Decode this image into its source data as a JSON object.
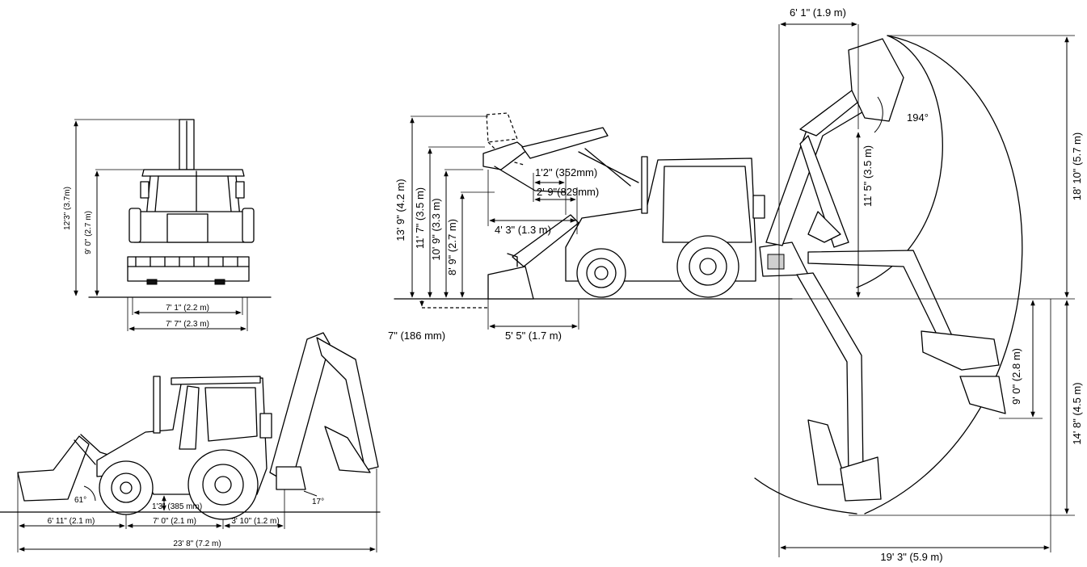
{
  "front_view": {
    "overall_height": "12'3\" (3.7m)",
    "cab_height": "9' 0\" (2.7 m)",
    "track_width": "7' 1\" (2.2 m)",
    "overall_width": "7' 7\" (2.3 m)"
  },
  "side_view": {
    "loader_angle": "61°",
    "ground_clearance": "1'3\" (385 mm)",
    "departure_angle": "17°",
    "front_overhang": "6' 11\" (2.1 m)",
    "wheelbase": "7' 0\" (2.1 m)",
    "rear_overhang": "3' 10\" (1.2 m)",
    "overall_length": "23' 8\" (7.2 m)"
  },
  "loader_view": {
    "max_pin_height": "13' 9\" (4.2 m)",
    "dump_height_max": "11' 7\" (3.5 m)",
    "height_at_dump": "10' 9\" (3.3 m)",
    "dump_clearance": "8' 9\" (2.7 m)",
    "reach_a": "1'2\" (352mm)",
    "reach_b": "2' 9\"(829mm)",
    "reach_c": "4' 3\" (1.3 m)",
    "dig_depth": "7\" (186 mm)",
    "bucket_width": "5' 5\" (1.7 m)"
  },
  "backhoe_view": {
    "swing_offset": "6' 1\" (1.9 m)",
    "rotation": "194°",
    "load_height_inner": "11' 5\" (3.5 m)",
    "load_height_total": "18' 10\" (5.7 m)",
    "dig_depth_flat": "9' 0\" (2.8 m)",
    "dig_depth_max": "14' 8\" (4.5 m)",
    "reach_from_swivel": "19' 3\" (5.9 m)"
  }
}
